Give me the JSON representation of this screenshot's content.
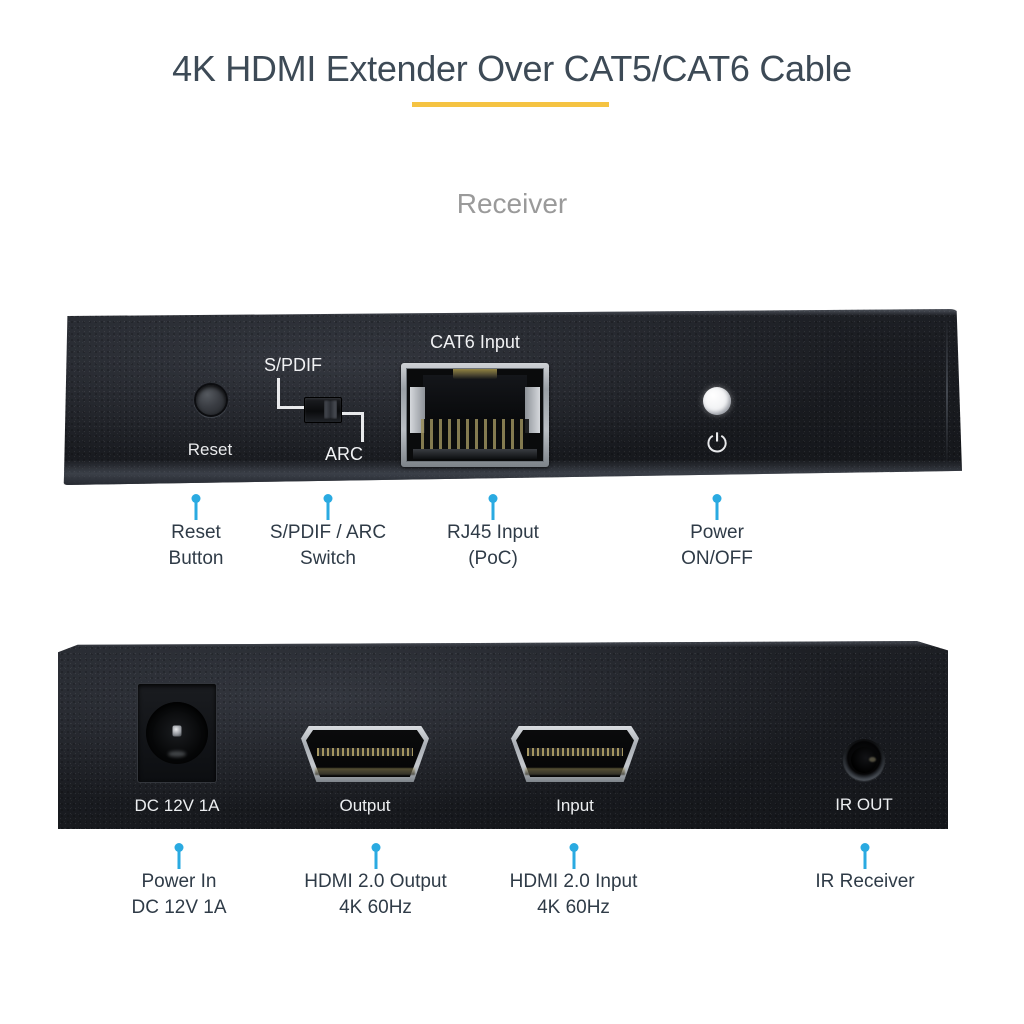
{
  "header": {
    "title": "4K HDMI Extender Over CAT5/CAT6 Cable",
    "subtitle": "Receiver",
    "accent_color": "#f5c342",
    "title_color": "#3d4a56",
    "subtitle_color": "#9a9a9a"
  },
  "callout_color": "#2aaae1",
  "front_panel": {
    "name": "Receiver front panel",
    "silkscreen": {
      "reset": "Reset",
      "spdif": "S/PDIF",
      "arc": "ARC",
      "cat6_input": "CAT6 Input",
      "power_symbol": "⏻"
    },
    "callouts": [
      {
        "line1": "Reset",
        "line2": "Button"
      },
      {
        "line1": "S/PDIF / ARC",
        "line2": "Switch"
      },
      {
        "line1": "RJ45 Input",
        "line2": "(PoC)"
      },
      {
        "line1": "Power",
        "line2": "ON/OFF"
      }
    ]
  },
  "rear_panel": {
    "name": "Receiver rear panel",
    "silkscreen": {
      "dc": "DC 12V 1A",
      "output": "Output",
      "input": "Input",
      "ir_out": "IR OUT"
    },
    "callouts": [
      {
        "line1": "Power In",
        "line2": "DC 12V 1A"
      },
      {
        "line1": "HDMI 2.0 Output",
        "line2": "4K 60Hz"
      },
      {
        "line1": "HDMI 2.0 Input",
        "line2": "4K 60Hz"
      },
      {
        "line1": "IR Receiver",
        "line2": ""
      }
    ]
  }
}
